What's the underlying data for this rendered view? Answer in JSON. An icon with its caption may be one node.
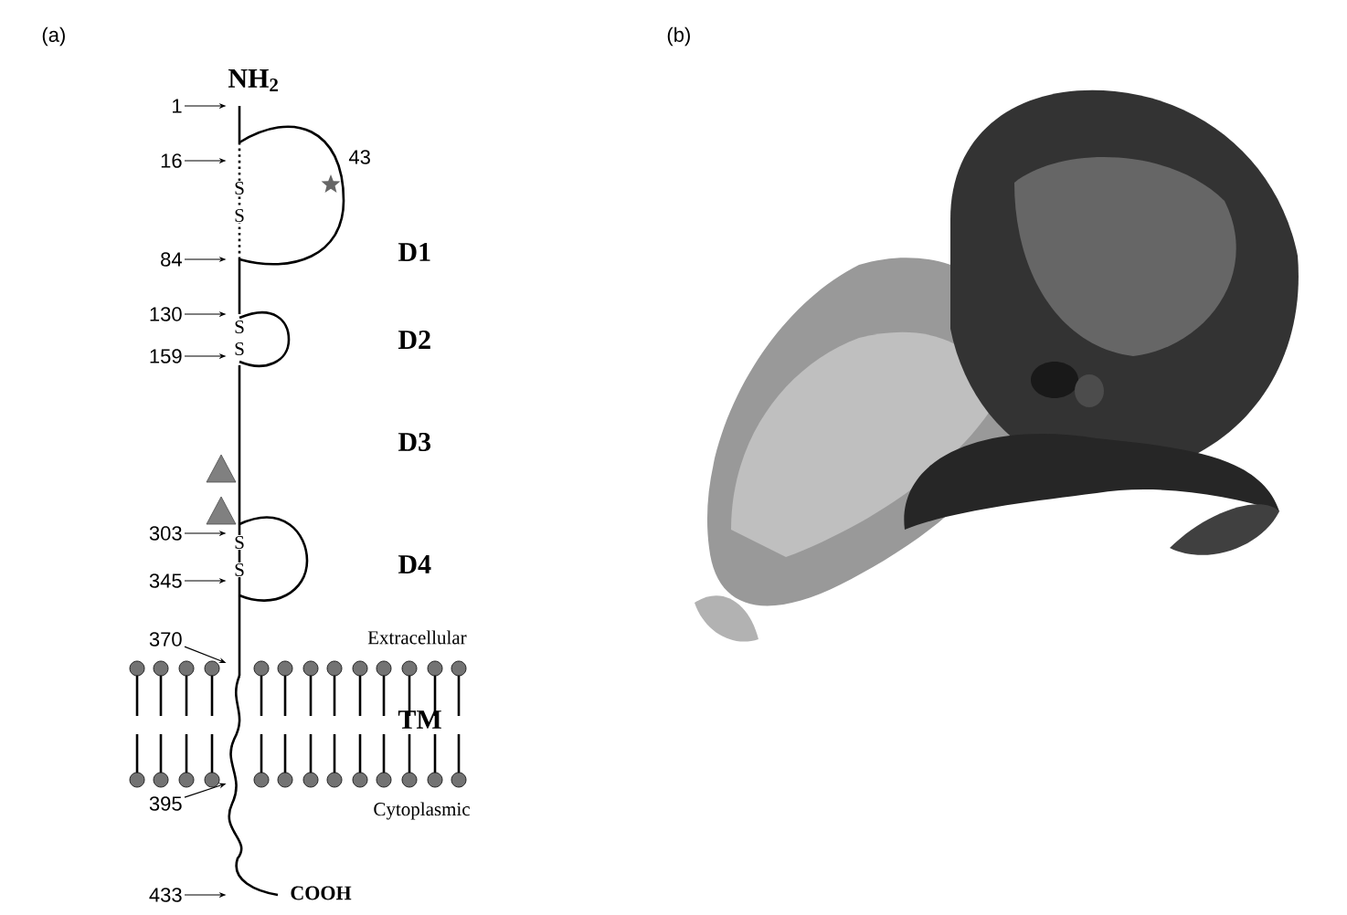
{
  "diagram": {
    "nodes": [
      {
        "text": [
          "1"
        ]
      },
      {
        "text": [
          "16"
        ]
      },
      {
        "text": [
          "84"
        ]
      },
      {
        "text": [
          "130"
        ]
      },
      {
        "text": [
          "159"
        ]
      },
      {
        "text": [
          "303"
        ]
      },
      {
        "text": [
          "345"
        ]
      },
      {
        "text": [
          "370"
        ]
      },
      {
        "text": [
          "395"
        ]
      },
      {
        "text": [
          "433"
        ]
      },
      {
        "text": [],
        "shape": "line"
      }
    ],
    "edges": [
      {
        "from": 0,
        "to": 10,
        "arrow": "to"
      },
      {
        "from": 1,
        "to": 10,
        "arrow": "to"
      },
      {
        "from": 2,
        "to": 10,
        "arrow": "to"
      },
      {
        "from": 3,
        "to": 10,
        "arrow": "to"
      },
      {
        "from": 4,
        "to": 10,
        "arrow": "to"
      },
      {
        "from": 5,
        "to": 10,
        "arrow": "to"
      },
      {
        "from": 6,
        "to": 10,
        "arrow": "to"
      },
      {
        "from": 7,
        "to": 10,
        "arrow": "to"
      },
      {
        "from": 8,
        "to": 10,
        "arrow": "to"
      },
      {
        "from": 9,
        "to": 10,
        "arrow": "to"
      }
    ],
    "labels": [
      "(a)",
      "(b)",
      "NH$_{2}$",
      "43",
      "S",
      "S",
      "D1",
      "S",
      "S",
      "D2",
      "D3",
      "S",
      "S",
      "D4",
      "Extracellular",
      "TM",
      "Cytoplasmic",
      "COOH"
    ]
  }
}
